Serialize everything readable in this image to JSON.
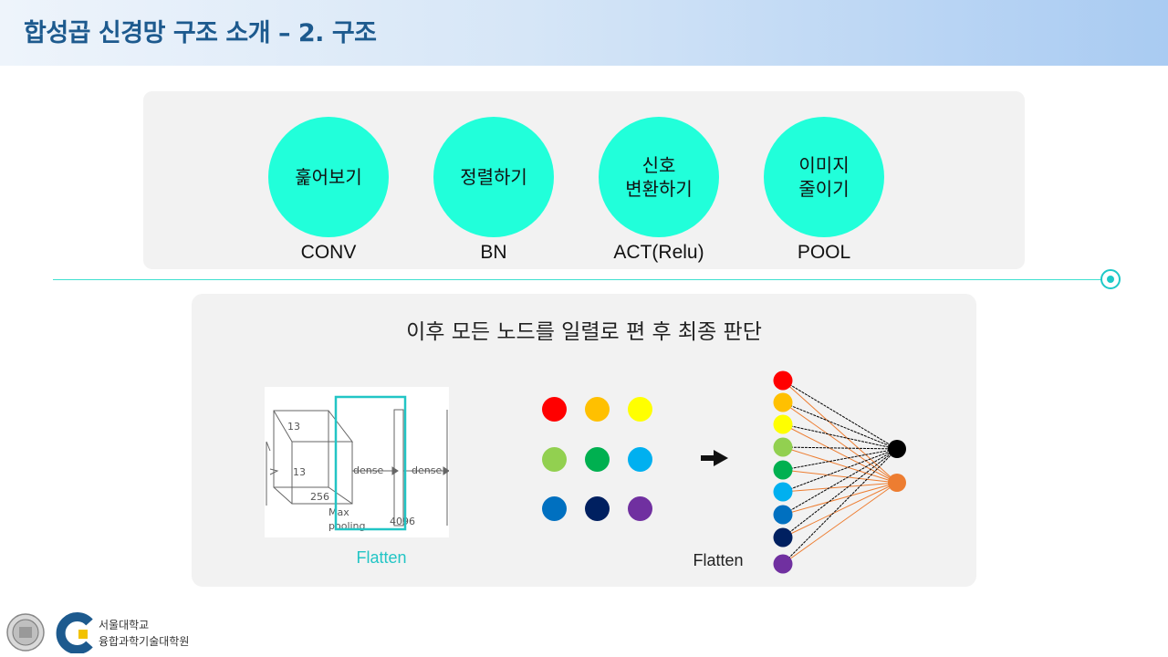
{
  "header": {
    "title": "합성곱 신경망 구조 소개 – 2. 구조"
  },
  "steps": [
    {
      "line1": "훑어보기",
      "line2": "",
      "label": "CONV"
    },
    {
      "line1": "정렬하기",
      "line2": "",
      "label": "BN"
    },
    {
      "line1": "신호",
      "line2": "변환하기",
      "label": "ACT(Relu)"
    },
    {
      "line1": "이미지",
      "line2": "줄이기",
      "label": "POOL"
    }
  ],
  "bottom": {
    "title": "이후 모든 노드를 일렬로 편 후 최종 판단",
    "flatten_left": "Flatten",
    "flatten_right": "Flatten",
    "diagram": {
      "l13a": "13",
      "l13b": "13",
      "l256": "256",
      "dense1": "dense",
      "dense2": "dense",
      "maxpool1": "Max",
      "maxpool2": "pooling",
      "n4096": "4096"
    }
  },
  "grid_colors": [
    "#ff0000",
    "#ffc000",
    "#ffff00",
    "#92d050",
    "#00b050",
    "#00b0f0",
    "#0070c0",
    "#002060",
    "#7030a0"
  ],
  "column_colors": [
    "#ff0000",
    "#ffc000",
    "#ffff00",
    "#92d050",
    "#00b050",
    "#00b0f0",
    "#0070c0",
    "#002060",
    "#7030a0"
  ],
  "output_colors": [
    "#000000",
    "#ed7d31"
  ],
  "footer": {
    "school": "서울대학교",
    "college": "융합과학기술대학원"
  }
}
